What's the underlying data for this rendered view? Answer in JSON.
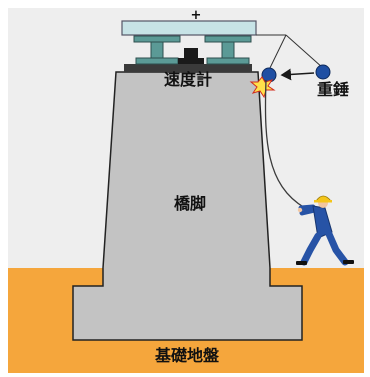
{
  "labels": {
    "plus": "+",
    "velocimeter": "速度計",
    "weight": "重錘",
    "pier": "橋脚",
    "ground": "基礎地盤"
  },
  "colors": {
    "background": "#eeeeee",
    "ground": "#f5a63c",
    "pier": "#c3c3c3",
    "girder": "#5b9a96",
    "deck": "#c7e3e6",
    "weight_ball": "#1f4fa3",
    "worker_suit": "#2753a6",
    "helmet": "#f4c51a"
  },
  "icons": [
    "weight-ball-icon",
    "impact-burst-icon",
    "worker-icon",
    "motion-arrow-icon"
  ]
}
